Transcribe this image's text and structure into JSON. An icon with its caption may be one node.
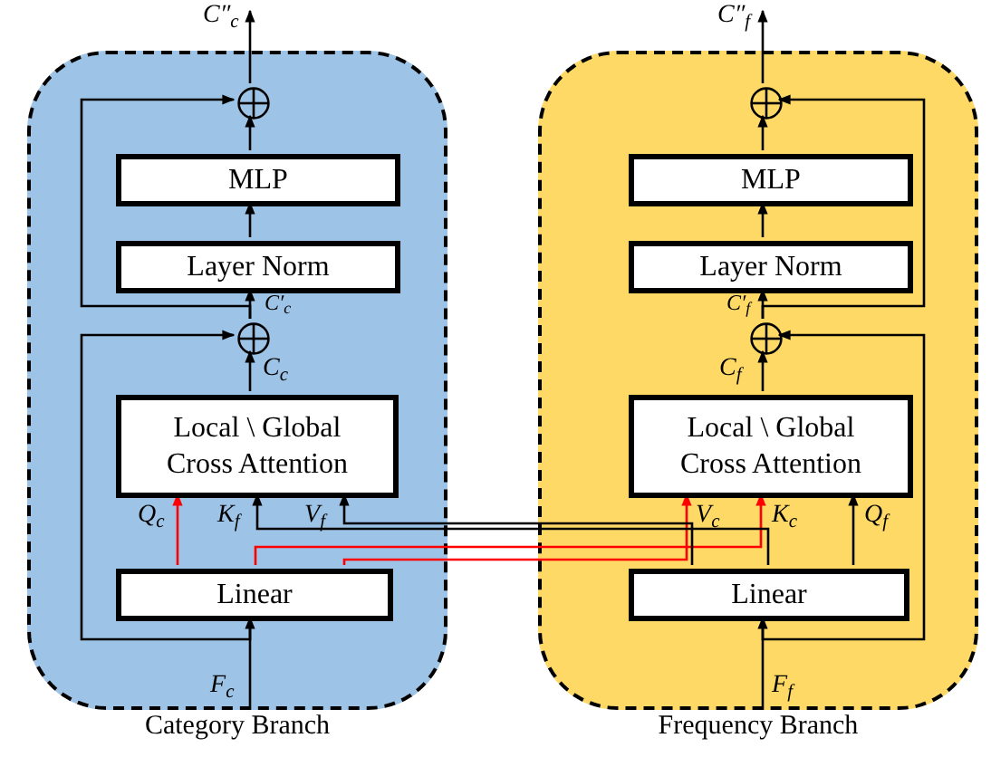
{
  "diagram": {
    "nodes": [
      {
        "text": [
          "Category Branch"
        ]
      },
      {
        "text": [
          "Linear"
        ],
        "in": 0
      },
      {
        "text": [
          "Local \\ Global Cross Attention"
        ],
        "in": 0
      },
      {
        "text": [],
        "shape": "circle",
        "in": 0
      },
      {
        "text": [
          "Layer Norm"
        ],
        "in": 0
      },
      {
        "text": [
          "MLP"
        ],
        "in": 0
      },
      {
        "text": [],
        "shape": "circle",
        "in": 0
      },
      {
        "text": [
          "Frequency Branch"
        ]
      },
      {
        "text": [
          "Linear"
        ],
        "in": 7
      },
      {
        "text": [
          "Local \\ Global Cross Attention"
        ],
        "in": 7
      },
      {
        "text": [],
        "shape": "circle",
        "in": 7
      },
      {
        "text": [
          "Layer Norm"
        ],
        "in": 7
      },
      {
        "text": [
          "MLP"
        ],
        "in": 7
      },
      {
        "text": [],
        "shape": "circle",
        "in": 7
      }
    ],
    "edges": [
      {
        "from": null,
        "to": 1,
        "arrow": "to",
        "label": "F$_{c}$"
      },
      {
        "from": 1,
        "to": 2,
        "arrow": "to",
        "label": "Q$_{c}$",
        "color": "#ff0000"
      },
      {
        "from": 1,
        "to": 9,
        "arrow": "to",
        "label": "V$_{c}$",
        "color": "#ff0000"
      },
      {
        "from": 1,
        "to": 9,
        "arrow": "to",
        "label": "K$_{c}$",
        "color": "#ff0000"
      },
      {
        "from": 8,
        "to": 2,
        "arrow": "to",
        "label": "K$_{f}$"
      },
      {
        "from": 8,
        "to": 2,
        "arrow": "to",
        "label": "V$_{f}$"
      },
      {
        "from": 8,
        "to": 9,
        "arrow": "to",
        "label": "Q$_{f}$"
      },
      {
        "from": 2,
        "to": 6,
        "arrow": "to",
        "label": "C$_{c}$"
      },
      {
        "from": 6,
        "to": 4,
        "arrow": "to",
        "label": "C′$_{c}$"
      },
      {
        "from": 1,
        "to": 6,
        "arrow": "to"
      },
      {
        "from": 6,
        "to": 3,
        "arrow": "to"
      },
      {
        "from": 4,
        "to": 5,
        "arrow": "to"
      },
      {
        "from": 5,
        "to": 3,
        "arrow": "to"
      },
      {
        "from": 3,
        "to": null,
        "arrow": "to",
        "label": "C″$_{c}$"
      },
      {
        "from": null,
        "to": 8,
        "arrow": "to",
        "label": "F$_{f}$"
      },
      {
        "from": 9,
        "to": 13,
        "arrow": "to",
        "label": "C$_{f}$"
      },
      {
        "from": 13,
        "to": 11,
        "arrow": "to",
        "label": "C′$_{f}$"
      },
      {
        "from": 8,
        "to": 13,
        "arrow": "to"
      },
      {
        "from": 13,
        "to": 10,
        "arrow": "to"
      },
      {
        "from": 11,
        "to": 12,
        "arrow": "to"
      },
      {
        "from": 12,
        "to": 10,
        "arrow": "to"
      },
      {
        "from": 10,
        "to": null,
        "arrow": "to",
        "label": "C″$_{f}$"
      }
    ]
  }
}
